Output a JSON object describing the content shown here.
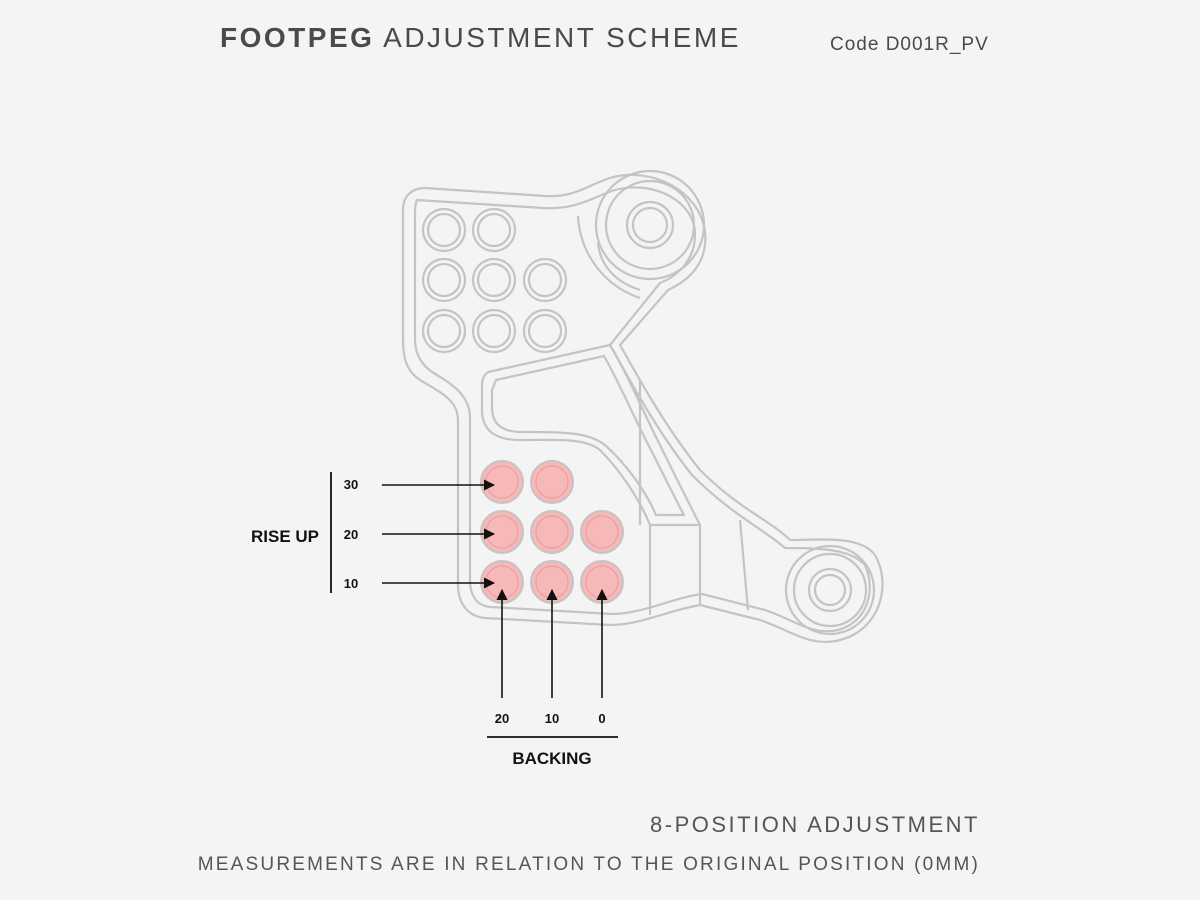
{
  "header": {
    "title_bold": "FOOTPEG",
    "title_rest": "ADJUSTMENT SCHEME",
    "code": "Code D001R_PV"
  },
  "diagram": {
    "rise_label": "RISE UP",
    "rise_values": [
      "30",
      "20",
      "10"
    ],
    "backing_label": "BACKING",
    "backing_values": [
      "20",
      "10",
      "0"
    ],
    "highlight_color": "#f6b8b8",
    "outline_color": "#c4c4c4"
  },
  "footer": {
    "positions": "8-POSITION ADJUSTMENT",
    "note": "MEASUREMENTS ARE IN RELATION TO THE ORIGINAL POSITION (0MM)"
  }
}
